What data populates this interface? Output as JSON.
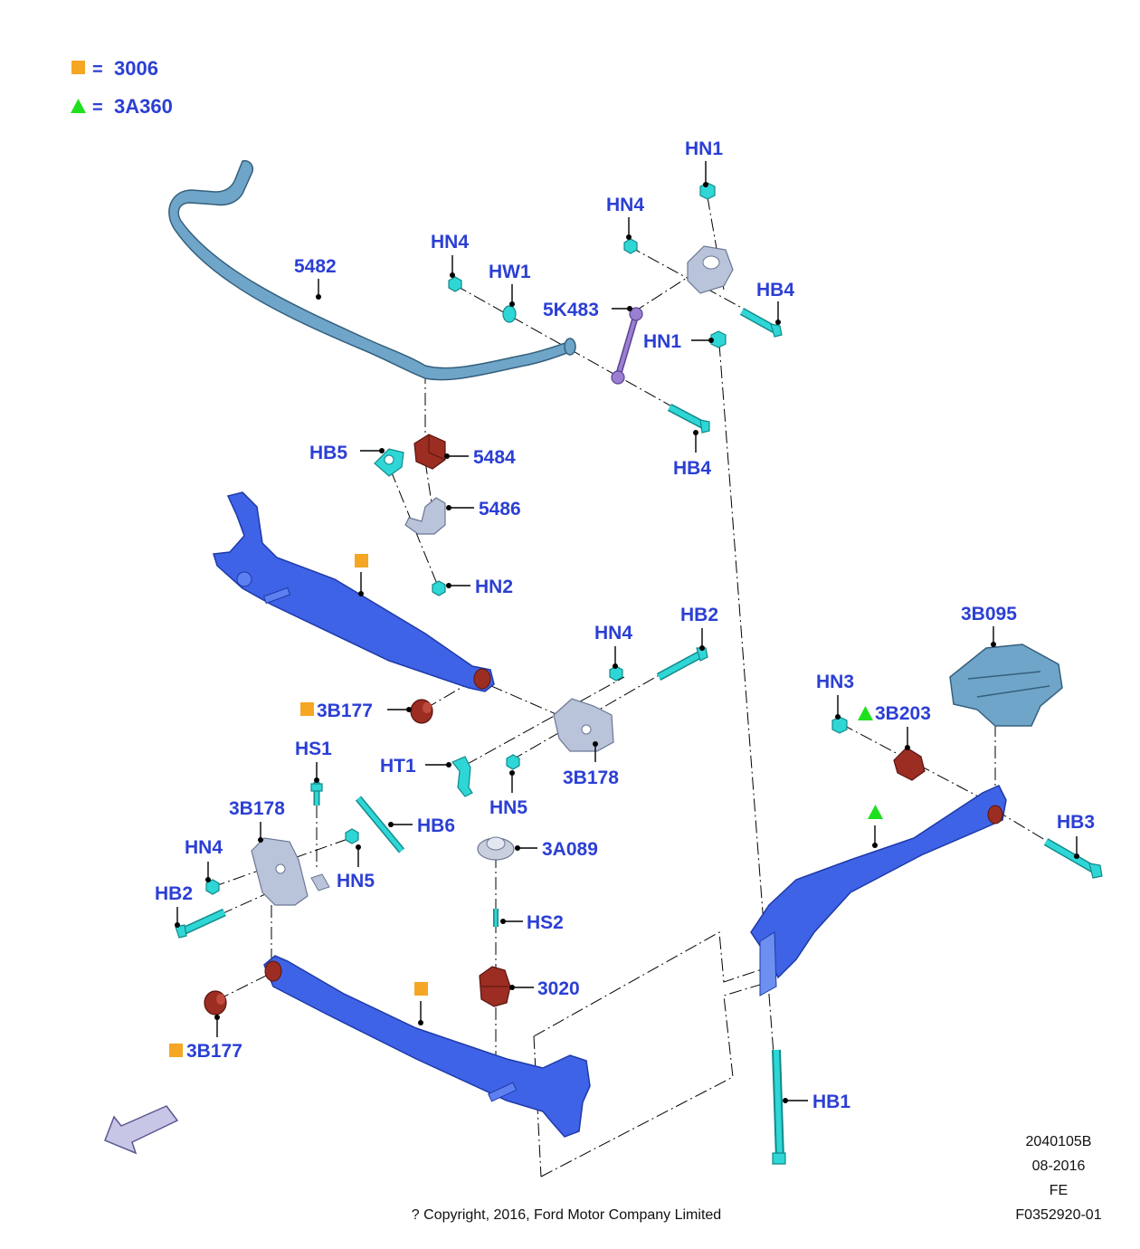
{
  "legend": [
    {
      "symbol": "square",
      "color": "#f5a623",
      "eq": "=",
      "code": "3006"
    },
    {
      "symbol": "triangle",
      "color": "#1fe01f",
      "eq": "=",
      "code": "3A360"
    }
  ],
  "callouts": {
    "hn1_top": "HN1",
    "hn4_top": "HN4",
    "hn4_mid": "HN4",
    "hw1": "HW1",
    "p5482": "5482",
    "p5k483": "5K483",
    "hb4_right": "HB4",
    "hn1_mid": "HN1",
    "hb4_lower": "HB4",
    "hb5": "HB5",
    "p5484": "5484",
    "p5486": "5486",
    "hn2": "HN2",
    "hn4_center": "HN4",
    "hb2_top": "HB2",
    "p3b095": "3B095",
    "hn3": "HN3",
    "p3b203": "3B203",
    "p3b177_upper": "3B177",
    "ht1": "HT1",
    "p3b178_center": "3B178",
    "hs1": "HS1",
    "hn5_center": "HN5",
    "p3b178_left": "3B178",
    "hb6": "HB6",
    "hb3": "HB3",
    "hn4_left": "HN4",
    "p3a089": "3A089",
    "hn5_left": "HN5",
    "hb2_left": "HB2",
    "hs2": "HS2",
    "p3020": "3020",
    "p3b177_lower": "3B177",
    "hb1": "HB1"
  },
  "footer": {
    "drawing_number": "2040105B",
    "date": "08-2016",
    "market": "FE",
    "figure_id": "F0352920-01",
    "copyright": "? Copyright, 2016, Ford Motor Company Limited"
  },
  "colors": {
    "label": "#2b3fd4",
    "control_arm": "#3f63e6",
    "fastener": "#2fd6d6",
    "bushing": "#9b2d22"
  }
}
